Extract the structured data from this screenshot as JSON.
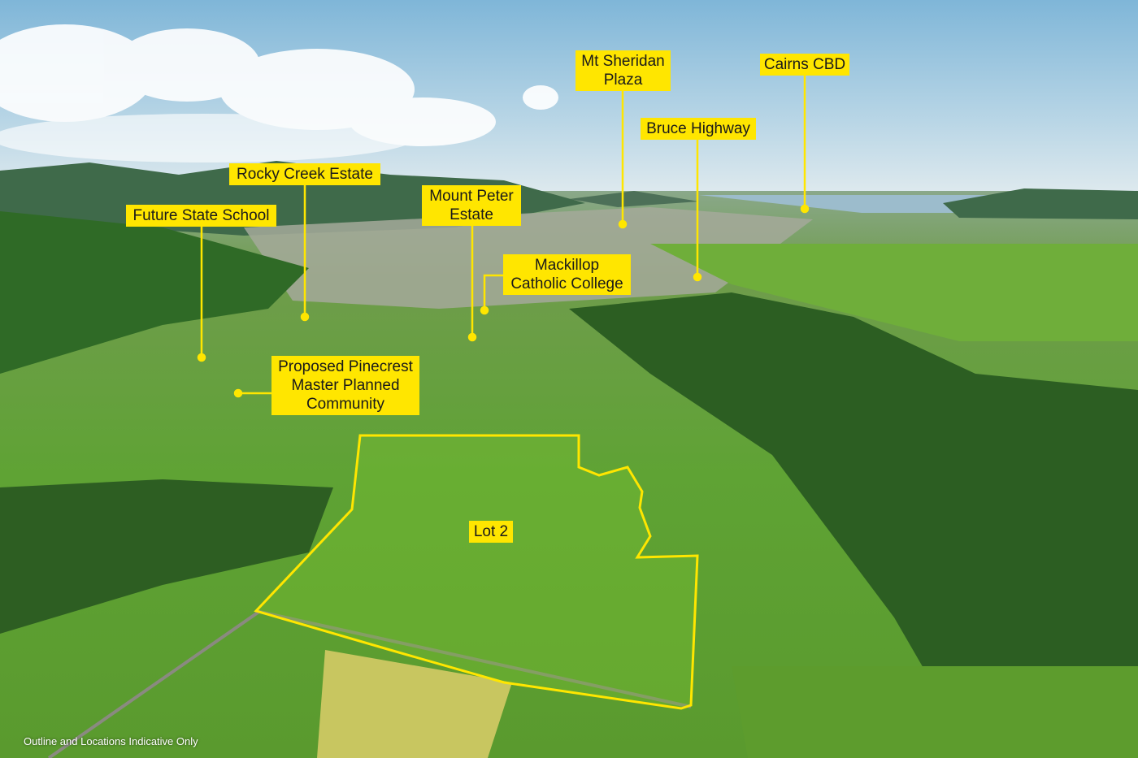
{
  "labels": {
    "mt_sheridan": "Mt Sheridan Plaza",
    "cairns_cbd": "Cairns CBD",
    "bruce_highway": "Bruce Highway",
    "rocky_creek": "Rocky Creek Estate",
    "mount_peter": "Mount Peter Estate",
    "future_school": "Future State School",
    "mackillop": "Mackillop Catholic College",
    "pinecrest": "Proposed Pinecrest Master Planned Community",
    "lot2": "Lot 2"
  },
  "footer": "Outline and Locations Indicative Only",
  "colors": {
    "label": "#ffe600",
    "outline": "#ffe600"
  }
}
